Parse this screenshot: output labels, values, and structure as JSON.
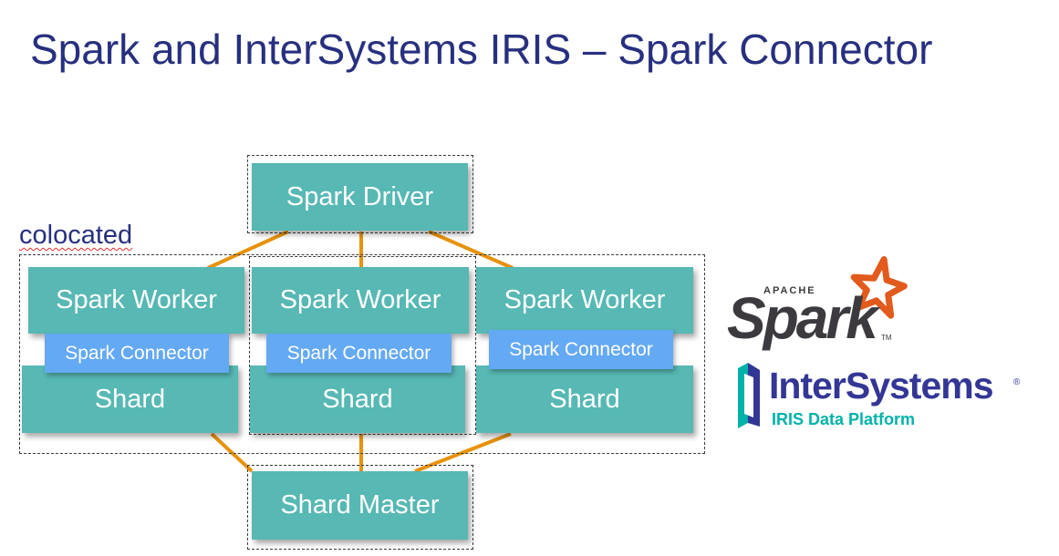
{
  "title": "Spark and InterSystems IRIS – Spark Connector",
  "colocated_label": "colocated",
  "nodes": {
    "driver": "Spark Driver",
    "worker_1": "Spark Worker",
    "worker_2": "Spark Worker",
    "worker_3": "Spark Worker",
    "connector_1": "Spark Connector",
    "connector_2": "Spark Connector",
    "connector_3": "Spark Connector",
    "shard_1": "Shard",
    "shard_2": "Shard",
    "shard_3": "Shard",
    "master": "Shard Master"
  },
  "edges": [
    {
      "from": "driver",
      "to": "worker_1"
    },
    {
      "from": "driver",
      "to": "worker_2"
    },
    {
      "from": "driver",
      "to": "worker_3"
    },
    {
      "from": "master",
      "to": "shard_1"
    },
    {
      "from": "master",
      "to": "shard_2"
    },
    {
      "from": "master",
      "to": "shard_3"
    }
  ],
  "logos": {
    "spark": {
      "small": "APACHE",
      "word": "Spark",
      "tm": "TM"
    },
    "intersystems": {
      "word": "InterSystems",
      "reg": "®",
      "sub": "IRIS Data Platform"
    }
  },
  "colors": {
    "title": "#27307f",
    "node_fill": "#57b8b4",
    "connector_fill": "#64a9f4",
    "edge": "#e8920a",
    "spark_star": "#e25a1c",
    "isc_teal": "#00b2a9",
    "isc_navy": "#333695"
  }
}
